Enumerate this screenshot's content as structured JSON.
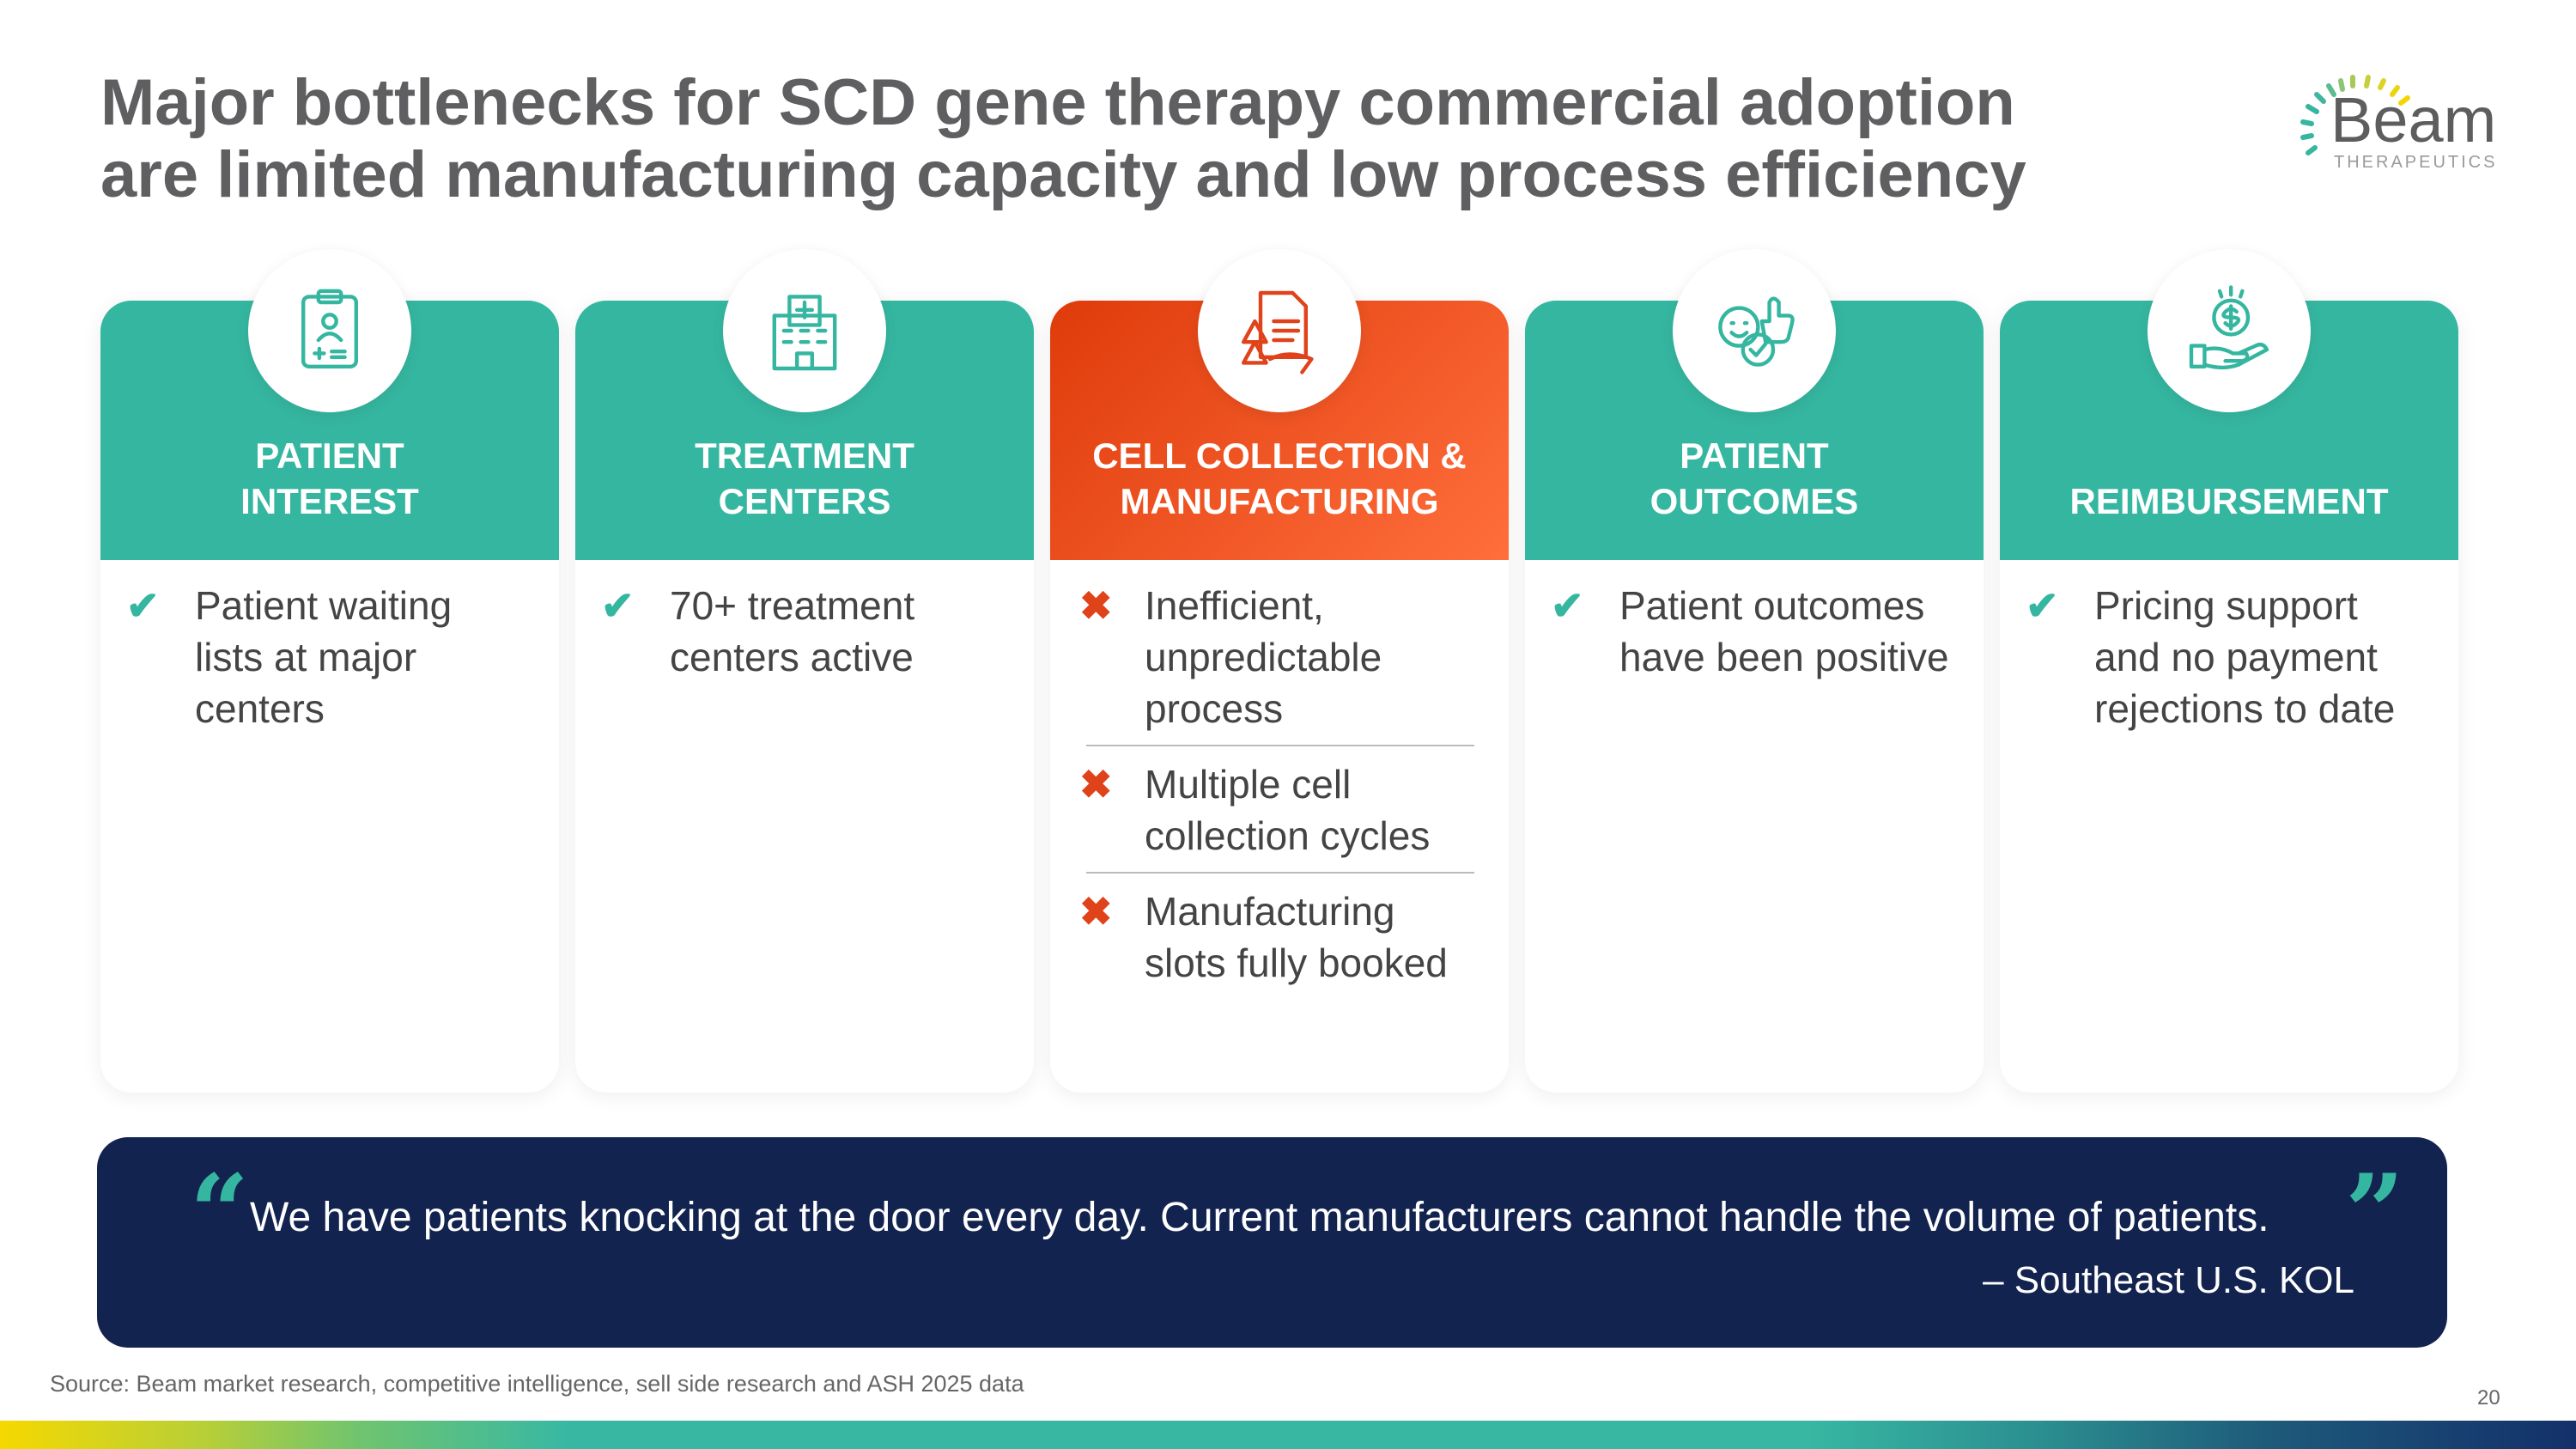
{
  "title_line1": "Major bottlenecks for SCD gene therapy commercial adoption",
  "title_line2": "are limited manufacturing capacity and low process efficiency",
  "logo": {
    "word": "Beam",
    "sub": "THERAPEUTICS"
  },
  "cards": [
    {
      "h1": "PATIENT",
      "h2": "INTEREST",
      "icon": "clipboard-patient-icon",
      "items": [
        {
          "mark": "✔",
          "text": "Patient waiting lists at major centers"
        }
      ]
    },
    {
      "h1": "TREATMENT",
      "h2": "CENTERS",
      "icon": "hospital-icon",
      "items": [
        {
          "mark": "✔",
          "text": "70+ treatment centers active"
        }
      ]
    },
    {
      "h1": "CELL COLLECTION &",
      "h2": "MANUFACTURING",
      "icon": "warning-document-icon",
      "items": [
        {
          "mark": "✖",
          "text": "Inefficient, unpredictable process"
        },
        {
          "mark": "✖",
          "text": "Multiple cell collection cycles"
        },
        {
          "mark": "✖",
          "text": "Manufacturing slots fully booked"
        }
      ]
    },
    {
      "h1": "PATIENT",
      "h2": "OUTCOMES",
      "icon": "thumbs-up-feedback-icon",
      "items": [
        {
          "mark": "✔",
          "text": "Patient outcomes have been positive"
        }
      ]
    },
    {
      "h1": "",
      "h2": "REIMBURSEMENT",
      "icon": "money-hand-icon",
      "items": [
        {
          "mark": "✔",
          "text": "Pricing support and no payment rejections to date"
        }
      ]
    }
  ],
  "quote": {
    "open": "“",
    "close": "”",
    "text": "We have patients knocking at the door every day. Current manufacturers cannot handle the volume of patients.",
    "attribution": "– Southeast U.S. KOL"
  },
  "source": "Source: Beam market research, competitive intelligence, sell side research and ASH 2025 data",
  "page_number": "20",
  "colors": {
    "teal": "#35b6a0",
    "orange": "#e0421a",
    "navy": "#13234f"
  }
}
